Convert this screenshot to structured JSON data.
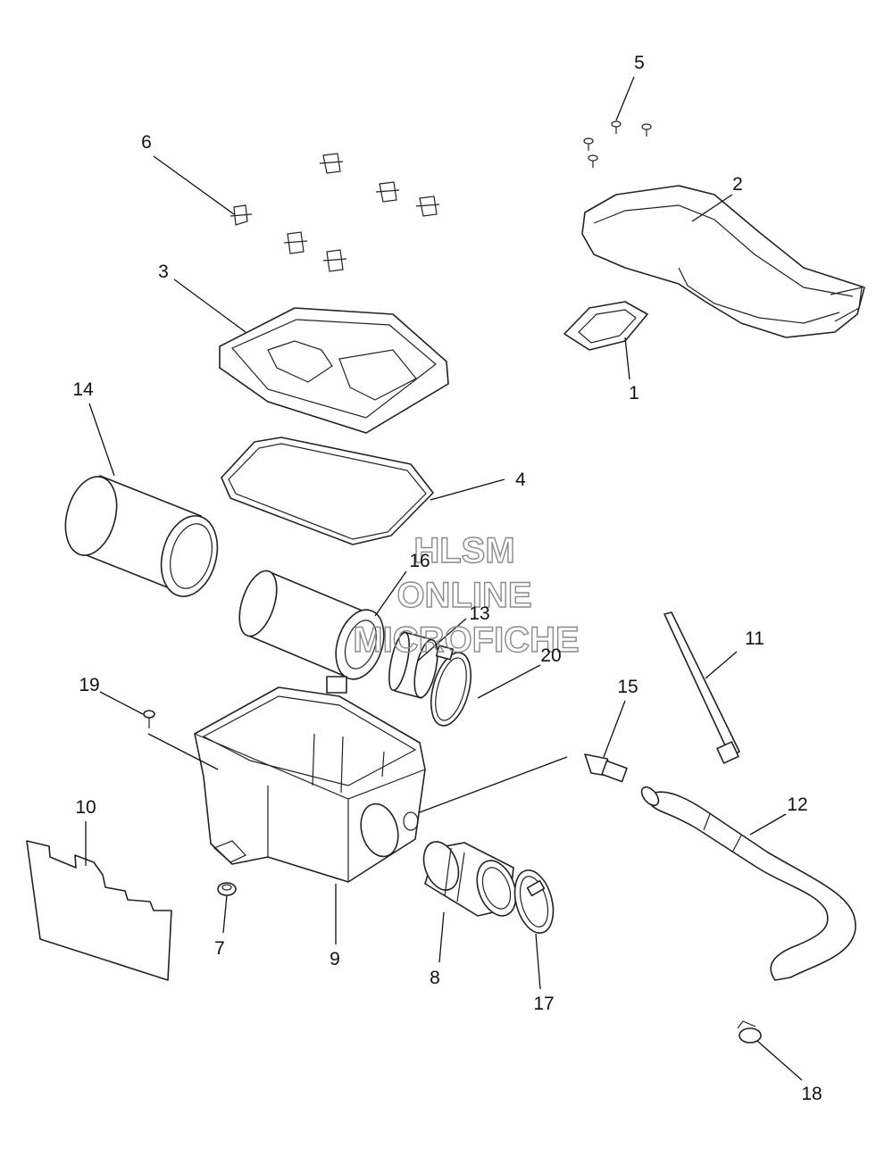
{
  "watermark": {
    "line1": "HLSM",
    "line2": "ONLINE",
    "line3": "MICROFICHE"
  },
  "callouts": [
    "1",
    "2",
    "3",
    "4",
    "5",
    "6",
    "7",
    "8",
    "9",
    "10",
    "11",
    "12",
    "13",
    "14",
    "15",
    "16",
    "17",
    "18",
    "19",
    "20"
  ],
  "colors": {
    "line": "#222222",
    "fill": "#ffffff",
    "watermark": "#8a8a8a"
  }
}
